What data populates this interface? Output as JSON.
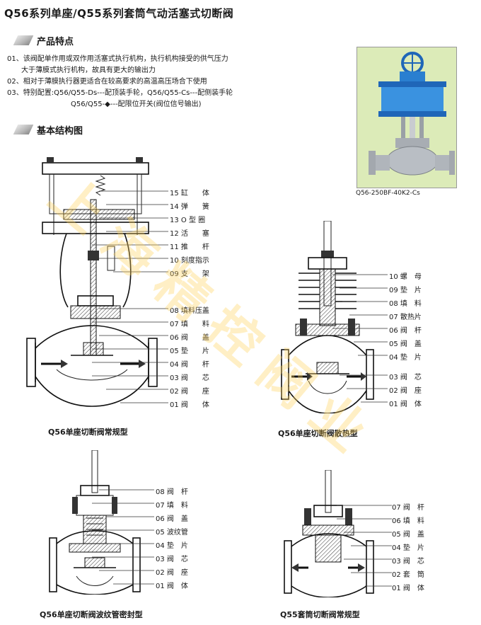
{
  "title": "Q56系列单座/Q55系列套筒气动活塞式切断阀",
  "sections": {
    "features_title": "产品特点",
    "structure_title": "基本结构图"
  },
  "features": [
    "01、该阀配单作用或双作用活塞式执行机构，执行机构接受的供气压力",
    "大于薄膜式执行机构，故具有更大的输出力",
    "02、相对于薄膜执行器更适合在较高要求的高温高压场合下使用",
    "03、特别配置:Q56/Q55-Ds---配顶装手轮，Q56/Q55-Cs---配侧装手轮",
    "Q56/Q55-◆---配限位开关(阀位信号输出)"
  ],
  "photo": {
    "caption": "Q56-250BF-40K2-Cs"
  },
  "diagrams": {
    "d1": {
      "caption": "Q56单座切断阀常规型",
      "parts": [
        "15 缸　　体",
        "14 弹　　簧",
        "13 O 型 圈",
        "12 活　　塞",
        "11 推　　杆",
        "10 刻度指示",
        "09 支　　架",
        "08 填料压盖",
        "07 填　　料",
        "06 阀　　盖",
        "05 垫　　片",
        "04 阀　　杆",
        "03 阀　　芯",
        "02 阀　　座",
        "01 阀　　体"
      ]
    },
    "d2": {
      "caption": "Q56单座切断阀散热型",
      "parts": [
        "10 螺　母",
        "09 垫　片",
        "08 填　料",
        "07 散热片",
        "06 阀　杆",
        "05 阀　盖",
        "04 垫　片",
        "03 阀　芯",
        "02 阀　座",
        "01 阀　体"
      ]
    },
    "d3": {
      "caption": "Q56单座切断阀波纹管密封型",
      "parts": [
        "08 阀　杆",
        "07 填　料",
        "06 阀　盖",
        "05 波纹管",
        "04 垫　片",
        "03 阀　芯",
        "02 阀　座",
        "01 阀　体"
      ]
    },
    "d4": {
      "caption": "Q55套筒切断阀常规型",
      "parts": [
        "07 阀　杆",
        "06 填　料",
        "05 阀　盖",
        "04 垫　片",
        "03 阀　芯",
        "02 套　筒",
        "01 阀　体"
      ]
    }
  },
  "watermark": "上海精控阀业",
  "colors": {
    "watermark": "#ffd25a",
    "photo_bg": "#d8e8b0",
    "actuator_blue": "#2a7fd0"
  }
}
